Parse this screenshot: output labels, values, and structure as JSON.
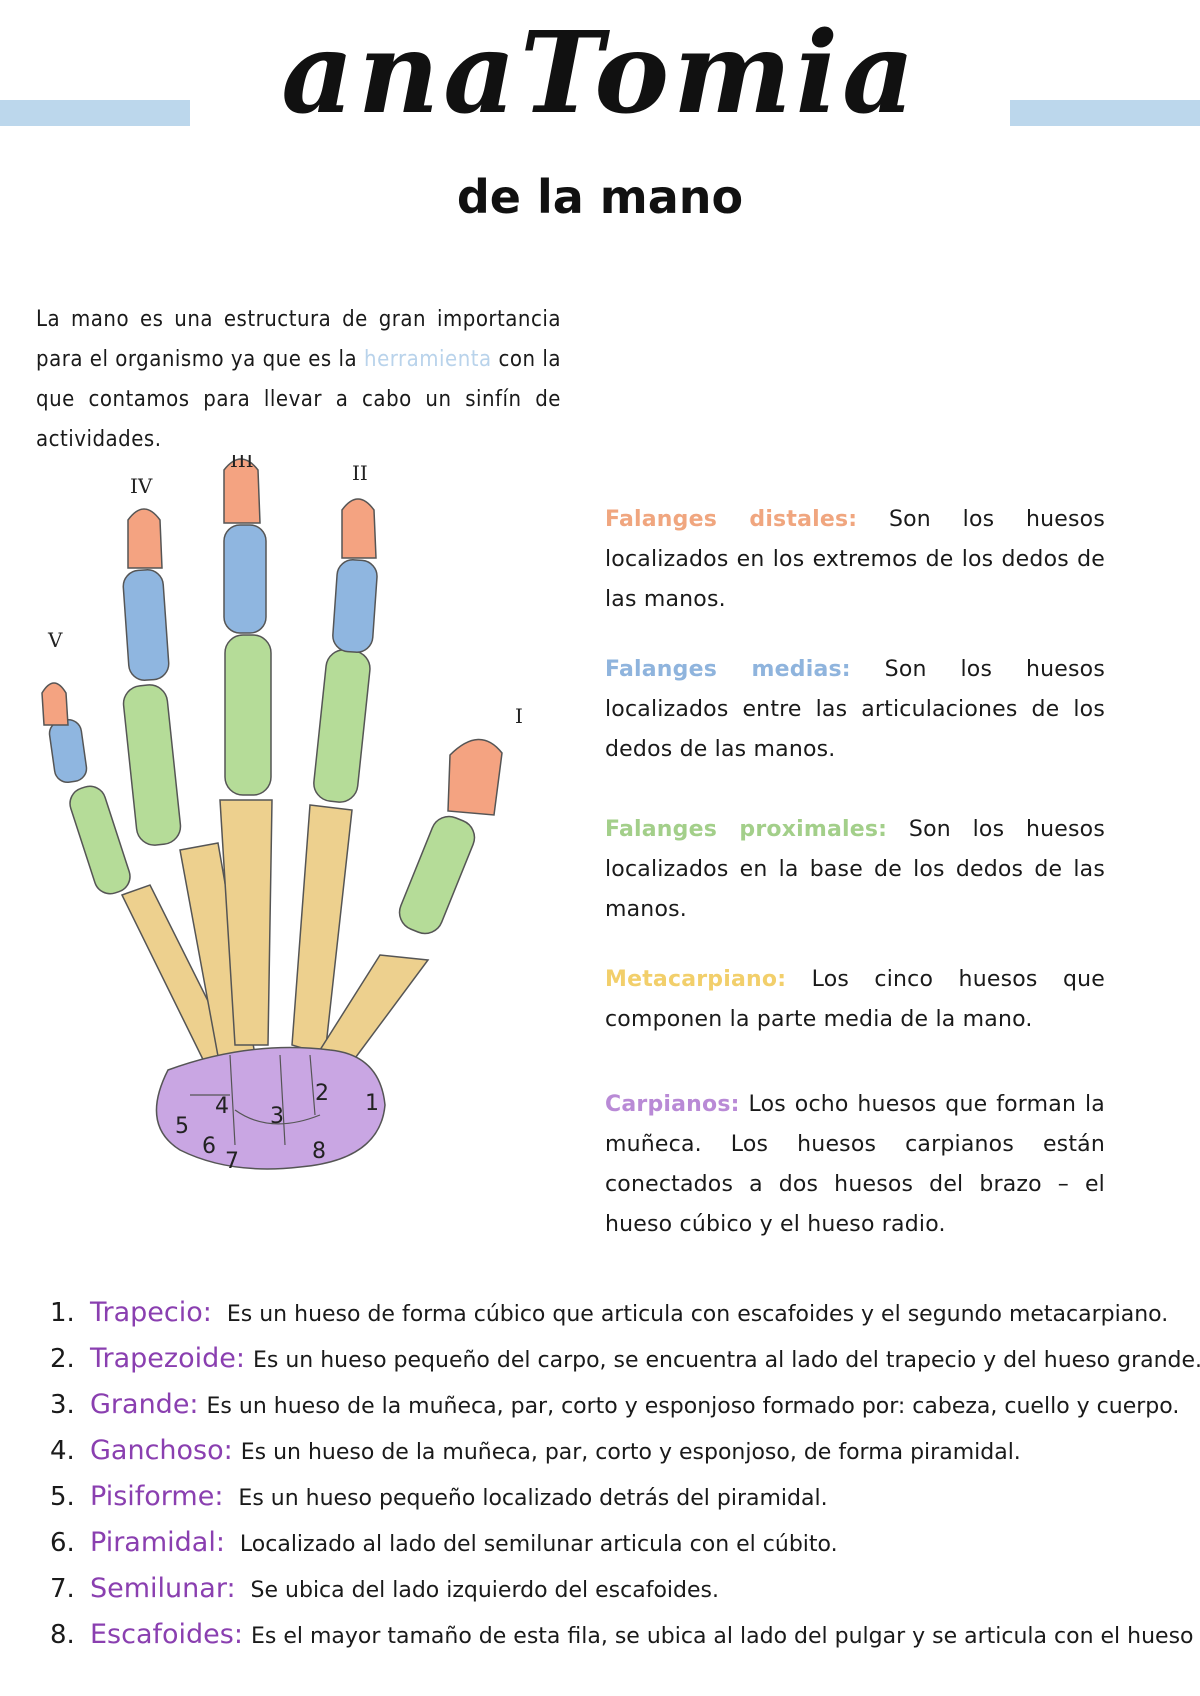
{
  "header": {
    "title": "anaTomia",
    "subtitle": "de la mano"
  },
  "intro": {
    "before": "La mano es una estructura de gran importancia para el organismo ya que es la ",
    "highlight": "herramienta",
    "after": " con la que contamos para llevar a cabo un sinfín de actividades."
  },
  "definitions": [
    {
      "term": "Falanges distales:",
      "text": " Son los huesos localizados en los extremos de los dedos de las manos.",
      "color": "#f0a67f"
    },
    {
      "term": "Falanges medias:",
      "text": " Son los huesos localizados entre las articulaciones de los dedos de las manos.",
      "color": "#8fb4dd"
    },
    {
      "term": "Falanges proximales:",
      "text": " Son los huesos localizados en la base de los dedos de las manos.",
      "color": "#a3cf8a"
    },
    {
      "term": "Metacarpiano:",
      "text": " Los cinco huesos que componen la parte media de la mano.",
      "color": "#f2cf6b"
    },
    {
      "term": "Carpianos:",
      "text": " Los ocho huesos que forman la muñeca. Los huesos carpianos están conectados a dos huesos del brazo – el hueso cúbico y el hueso radio.",
      "color": "#b98ad6"
    }
  ],
  "figure": {
    "finger_labels": [
      "V",
      "IV",
      "III",
      "II",
      "I"
    ],
    "carpal_numbers": [
      "1",
      "2",
      "3",
      "4",
      "5",
      "6",
      "7",
      "8"
    ],
    "colors": {
      "distal": "#f4a381",
      "middle": "#8fb6e0",
      "proximal": "#b5dc98",
      "metacarpal": "#edd08e",
      "carpal": "#c9a6e3"
    }
  },
  "bone_list": [
    {
      "num": "1.",
      "term": "Trapecio:",
      "text": "  Es un hueso de forma cúbico que articula con escafoides y el segundo metacarpiano."
    },
    {
      "num": "2.",
      "term": "Trapezoide:",
      "text": "Es un hueso pequeño del carpo, se encuentra al lado del trapecio y del hueso grande."
    },
    {
      "num": "3.",
      "term": "Grande:",
      "text": "Es un hueso de la muñeca, par, corto y esponjoso formado por: cabeza, cuello y cuerpo."
    },
    {
      "num": "4.",
      "term": "Ganchoso:",
      "text": "Es un hueso de la muñeca, par, corto y esponjoso, de forma piramidal."
    },
    {
      "num": "5.",
      "term": "Pisiforme:",
      "text": "  Es un hueso pequeño localizado detrás del piramidal."
    },
    {
      "num": "6.",
      "term": "Piramidal:",
      "text": "  Localizado al lado del semilunar articula con el cúbito."
    },
    {
      "num": "7.",
      "term": "Semilunar:",
      "text": " Se ubica del lado izquierdo del escafoides."
    },
    {
      "num": "8.",
      "term": "Escafoides:",
      "text": "Es el mayor tamaño de esta fila, se ubica al lado del pulgar y se articula con el hueso"
    }
  ]
}
